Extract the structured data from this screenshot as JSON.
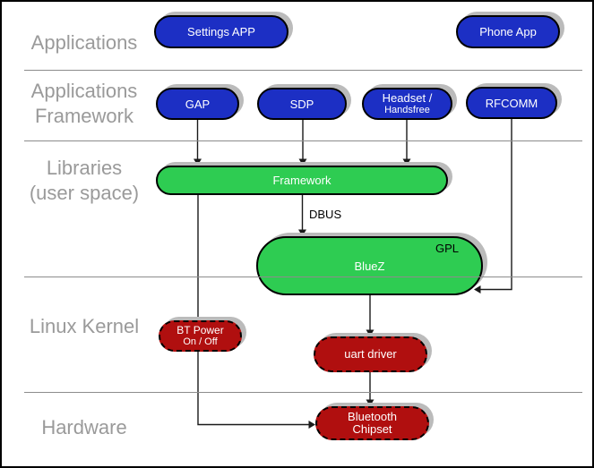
{
  "colors": {
    "node-blue": "#1c2fc4",
    "node-green": "#2ecc52",
    "node-red": "#b00f0f",
    "shadow": "#bbbbbb",
    "separator": "#8c8c8c",
    "row-label": "#9a9a9a",
    "connector": "#1a1a1a"
  },
  "rows": [
    {
      "id": "applications",
      "lines": [
        "Applications"
      ]
    },
    {
      "id": "applications-framework",
      "lines": [
        "Applications",
        "Framework"
      ]
    },
    {
      "id": "libraries-user-space",
      "lines": [
        "Libraries",
        "(user space)"
      ]
    },
    {
      "id": "linux-kernel",
      "lines": [
        "Linux Kernel"
      ]
    },
    {
      "id": "hardware",
      "lines": [
        "Hardware"
      ]
    }
  ],
  "nodes": {
    "settings_app": {
      "label": "Settings APP"
    },
    "phone_app": {
      "label": "Phone App"
    },
    "gap": {
      "label": "GAP"
    },
    "sdp": {
      "label": "SDP"
    },
    "headset": {
      "lines": [
        "Headset /",
        "Handsfree"
      ]
    },
    "rfcomm": {
      "label": "RFCOMM"
    },
    "framework": {
      "label": "Framework"
    },
    "bluez": {
      "label": "BlueZ",
      "badge": "GPL"
    },
    "bt_power": {
      "lines": [
        "BT Power",
        "On / Off"
      ]
    },
    "uart": {
      "label": "uart driver"
    },
    "chipset": {
      "lines": [
        "Bluetooth",
        "Chipset"
      ]
    }
  },
  "edges": {
    "dbus_label": "DBUS"
  }
}
